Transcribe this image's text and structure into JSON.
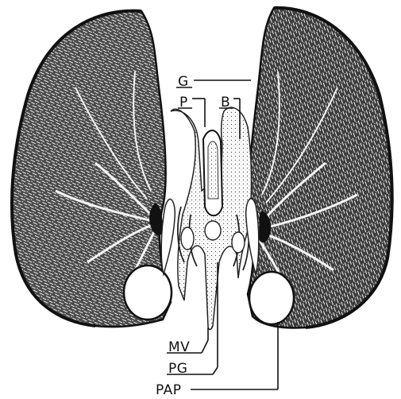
{
  "labels": {
    "g": "G",
    "p": "P",
    "b": "B",
    "mv": "MV",
    "pg": "PG",
    "pap": "PAP"
  }
}
